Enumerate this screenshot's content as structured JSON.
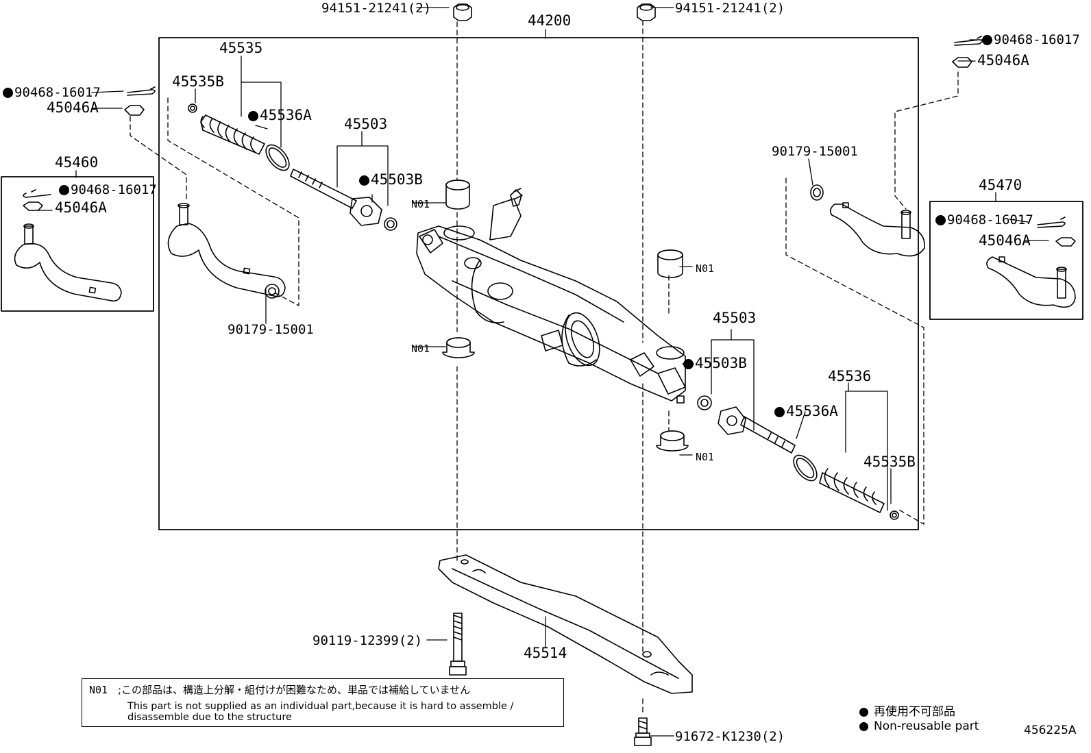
{
  "labels": {
    "top_nut_left": "94151-21241(2)",
    "top_nut_right": "94151-21241(2)",
    "assembly": "44200",
    "boot_left": "45535",
    "clamp_left": "45535B",
    "band_left": "45536A",
    "rod_left": "45503",
    "washer_left": "45503B",
    "n01_upper_left": "N01",
    "n01_lower_left": "N01",
    "n01_upper_right": "N01",
    "n01_lower_right": "N01",
    "pin_left": "90468-16017",
    "nut_left": "45046A",
    "tie_end_left_group": "45460",
    "inset_pin_left": "90468-16017",
    "inset_nut_left": "45046A",
    "bushing_left": "90179-15001",
    "pin_right": "90468-16017",
    "nut_right": "45046A",
    "bushing_right": "90179-15001",
    "tie_end_right_group": "45470",
    "inset_pin_right": "90468-16017",
    "inset_nut_right": "45046A",
    "rod_right": "45503",
    "washer_right": "45503B",
    "band_right": "45536A",
    "boot_right": "45536",
    "clamp_right": "45535B",
    "crossmember": "45514",
    "bolt": "90119-12399(2)",
    "bottom_bolt": "91672-K1230(2)"
  },
  "note": {
    "code": "N01",
    "jp": ";この部品は、構造上分解・組付けが困難なため、単品では補給していません",
    "en_line1": "This part is not supplied as an individual part,because it is hard to assemble /",
    "en_line2": "disassemble due to the structure"
  },
  "legend": {
    "jp": "再使用不可部品",
    "en": "Non-reusable part"
  },
  "figure_number": "456225A"
}
